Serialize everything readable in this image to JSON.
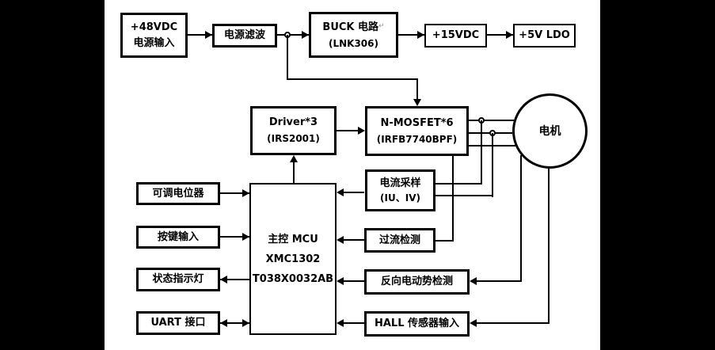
{
  "colors": {
    "background": "#000000",
    "canvas": "#ffffff",
    "line": "#000000",
    "text": "#000000"
  },
  "blocks": {
    "power_input": {
      "line1": "+48VDC",
      "line2": "电源输入"
    },
    "power_filter": {
      "label": "电源滤波"
    },
    "buck": {
      "line1": "BUCK 电路",
      "return_mark": "↵",
      "line2": "(LNK306)"
    },
    "v15": {
      "label": "+15VDC"
    },
    "v5_ldo": {
      "label": "+5V LDO"
    },
    "driver": {
      "line1": "Driver*3",
      "line2": "(IRS2001)"
    },
    "mosfet": {
      "line1": "N-MOSFET*6",
      "line2": "(IRFB7740BPF)"
    },
    "motor": {
      "label": "电机"
    },
    "mcu": {
      "line1": "主控 MCU",
      "line2": "XMC1302",
      "line3": "T038X0032AB"
    },
    "potentiometer": {
      "label": "可调电位器"
    },
    "key_input": {
      "label": "按键输入"
    },
    "status_led": {
      "label": "状态指示灯"
    },
    "uart": {
      "label": "UART 接口"
    },
    "current_sampling": {
      "line1": "电流采样",
      "line2": "(IU、IV)"
    },
    "overcurrent": {
      "label": "过流检测"
    },
    "back_emf": {
      "label": "反向电动势检测"
    },
    "hall_sensor": {
      "label": "HALL 传感器输入"
    }
  }
}
